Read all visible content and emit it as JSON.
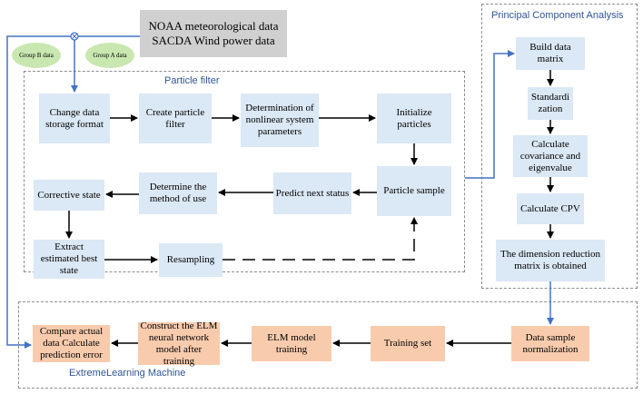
{
  "source": {
    "line1": "NOAA meteorological data",
    "line2": "SACDA Wind power data"
  },
  "groups": {
    "group_b": "Group B data",
    "group_a": "Group A data"
  },
  "particle_filter": {
    "title": "Particle filter",
    "steps": {
      "change_format": "Change data storage format",
      "create_filter": "Create particle filter",
      "nonlinear_params": "Determination of nonlinear system parameters",
      "init_particles": "Initialize particles",
      "particle_sample": "Particle sample",
      "predict_status": "Predict next status",
      "determine_method": "Determine the method of use",
      "corrective_state": "Corrective state",
      "extract_best": "Extract estimated best state",
      "resampling": "Resampling"
    }
  },
  "pca": {
    "title": "Principal Component Analysis",
    "steps": {
      "build_matrix": "Build data matrix",
      "standardization": "Standardi zation",
      "covariance": "Calculate covariance and eigenvalue",
      "cpv": "Calculate CPV",
      "reduction": "The dimension reduction matrix is obtained"
    }
  },
  "elm": {
    "title": "ExtremeLearning Machine",
    "steps": {
      "normalization": "Data sample normalization",
      "training_set": "Training set",
      "elm_training": "ELM model training",
      "construct_elm": "Construct the ELM neural network model after training",
      "compare": "Compare actual data Calculate prediction error"
    }
  },
  "colors": {
    "process_box": "#dbe8f5",
    "elm_box": "#f8cbad",
    "source_box": "#d0d0d0",
    "group_ellipse": "#c9e7b0",
    "connector_blue": "#4472c4",
    "title_blue": "#2f5597"
  }
}
